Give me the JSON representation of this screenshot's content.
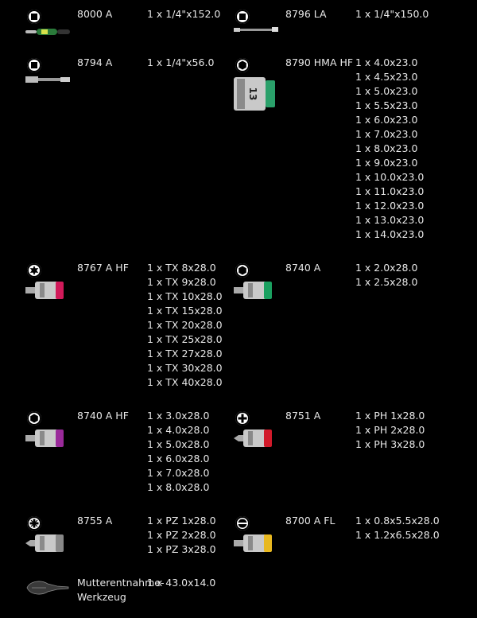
{
  "items": [
    {
      "code": "8000 A",
      "badge": "square-drive-icon",
      "tool": "ratchet-image",
      "specs": [
        "1 x 1/4\"x152.0"
      ]
    },
    {
      "code": "8796 LA",
      "badge": "square-drive-icon",
      "tool": "extension-image",
      "specs": [
        "1 x 1/4\"x150.0"
      ]
    },
    {
      "code": "8794 A",
      "badge": "square-drive-icon",
      "tool": "adapter-image",
      "specs": [
        "1 x 1/4\"x56.0"
      ]
    },
    {
      "code": "8790 HMA HF",
      "badge": "hex-socket-icon",
      "tool": "socket-image",
      "socket_label": "13",
      "specs": [
        "1 x 4.0x23.0",
        "1 x 4.5x23.0",
        "1 x 5.0x23.0",
        "1 x 5.5x23.0",
        "1 x 6.0x23.0",
        "1 x 7.0x23.0",
        "1 x 8.0x23.0",
        "1 x 9.0x23.0",
        "1 x 10.0x23.0",
        "1 x 11.0x23.0",
        "1 x 12.0x23.0",
        "1 x 13.0x23.0",
        "1 x 14.0x23.0"
      ]
    },
    {
      "code": "8767 A HF",
      "badge": "torx-icon",
      "tool": "bit-socket-image",
      "band_color": "#d11a5a",
      "specs": [
        "1 x TX 8x28.0",
        "1 x TX 9x28.0",
        "1 x TX 10x28.0",
        "1 x TX 15x28.0",
        "1 x TX 20x28.0",
        "1 x TX 25x28.0",
        "1 x TX 27x28.0",
        "1 x TX 30x28.0",
        "1 x TX 40x28.0"
      ]
    },
    {
      "code": "8740 A",
      "badge": "hex-icon",
      "tool": "bit-socket-image",
      "band_color": "#1aa060",
      "specs": [
        "1 x 2.0x28.0",
        "1 x 2.5x28.0"
      ]
    },
    {
      "code": "8740 A HF",
      "badge": "hex-icon",
      "tool": "bit-socket-image",
      "band_color": "#9a2a9a",
      "specs": [
        "1 x 3.0x28.0",
        "1 x 4.0x28.0",
        "1 x 5.0x28.0",
        "1 x 6.0x28.0",
        "1 x 7.0x28.0",
        "1 x 8.0x28.0"
      ]
    },
    {
      "code": "8751 A",
      "badge": "phillips-icon",
      "tool": "bit-socket-image",
      "band_color": "#d11a2a",
      "specs": [
        "1 x PH 1x28.0",
        "1 x PH 2x28.0",
        "1 x PH 3x28.0"
      ]
    },
    {
      "code": "8755 A",
      "badge": "pozidriv-icon",
      "tool": "bit-socket-image",
      "band_color": "#888888",
      "specs": [
        "1 x PZ 1x28.0",
        "1 x PZ 2x28.0",
        "1 x PZ 3x28.0"
      ]
    },
    {
      "code": "8700 A FL",
      "badge": "slotted-icon",
      "tool": "bit-socket-image",
      "band_color": "#e8b820",
      "specs": [
        "1 x 0.8x5.5x28.0",
        "1 x 1.2x6.5x28.0"
      ]
    },
    {
      "code": "Mutterentnahme-\nWerkzeug",
      "code_lines": [
        "Mutterentnahme-",
        "Werkzeug"
      ],
      "badge": "",
      "tool": "nut-remover-image",
      "specs": [
        "1 x 43.0x14.0"
      ]
    }
  ]
}
